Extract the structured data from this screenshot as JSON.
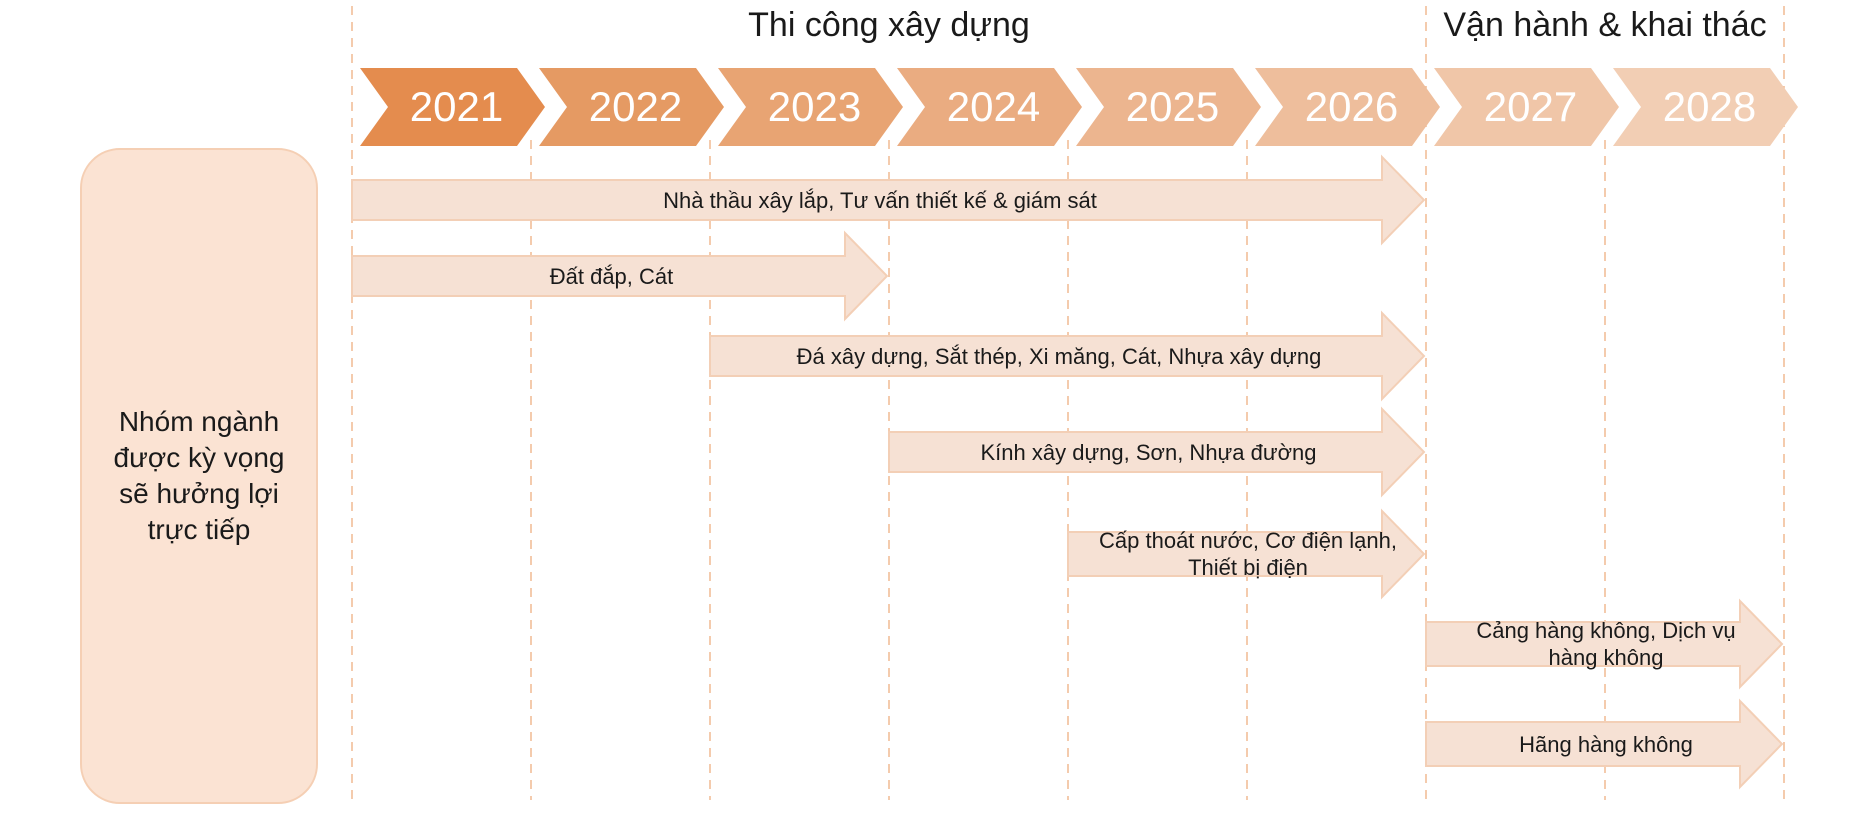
{
  "phases": [
    {
      "label": "Thi công xây dựng",
      "years": [
        "2021",
        "2026"
      ]
    },
    {
      "label": "Vận hành & khai thác",
      "years": [
        "2027",
        "2028"
      ]
    }
  ],
  "years": [
    "2021",
    "2022",
    "2023",
    "2024",
    "2025",
    "2026",
    "2027",
    "2028"
  ],
  "year_chevron_colors": [
    "#e48c4e",
    "#e59a63",
    "#e8a473",
    "#eaac81",
    "#ecb58f",
    "#eebe9c",
    "#f0c6a8",
    "#f2ceb4"
  ],
  "group_label": "Nhóm ngành được kỳ vọng sẽ hưởng lợi trực tiếp",
  "rows": [
    {
      "label": "Nhà thầu xây lắp, Tư vấn thiết kế & giám sát",
      "start": "2021",
      "end": "2026"
    },
    {
      "label": "Đất đắp, Cát",
      "start": "2021",
      "end": "2023"
    },
    {
      "label": "Đá xây dựng, Sắt thép, Xi măng, Cát, Nhựa xây dựng",
      "start": "2023",
      "end": "2026"
    },
    {
      "label": "Kính xây dựng, Sơn, Nhựa đường",
      "start": "2024",
      "end": "2026"
    },
    {
      "label": "Cấp thoát nước, Cơ điện lạnh, Thiết bị điện",
      "start": "2025",
      "end": "2026"
    },
    {
      "label": "Cảng hàng không, Dịch vụ hàng không",
      "start": "2027",
      "end": "2028"
    },
    {
      "label": "Hãng hàng không",
      "start": "2027",
      "end": "2028"
    }
  ],
  "colors": {
    "arrow_fill": "#f6e1d4",
    "arrow_stroke": "#f3cfb6",
    "group_fill": "#fbe3d3",
    "divider": "#f0b58a"
  }
}
